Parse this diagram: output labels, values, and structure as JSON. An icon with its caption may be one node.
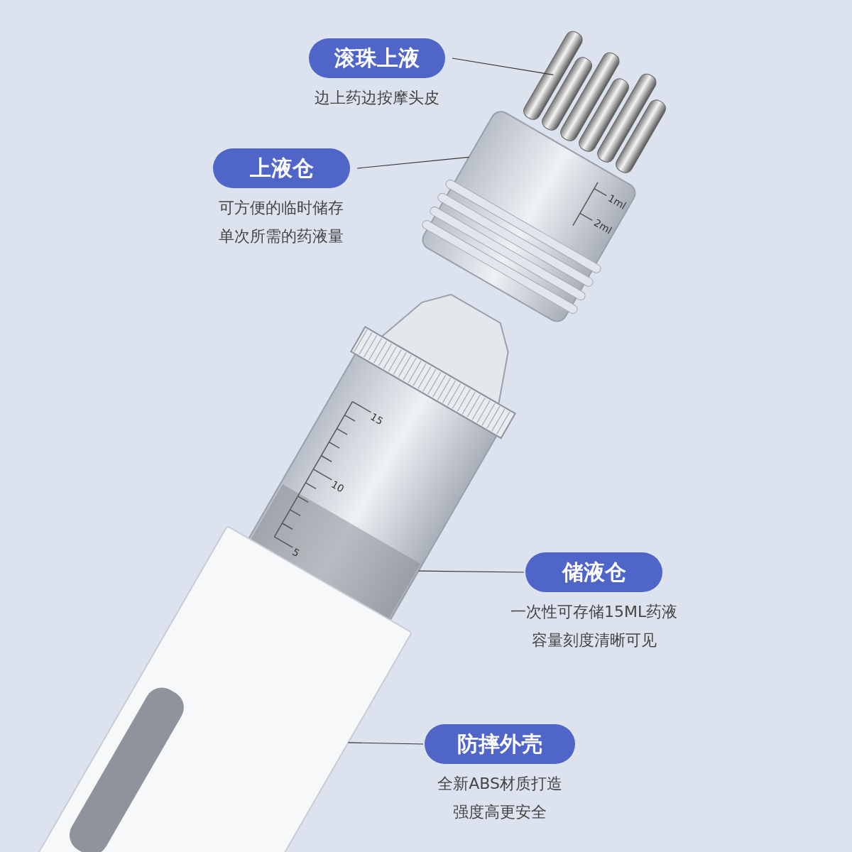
{
  "diagram": {
    "nodes": [
      {
        "text": [
          "滚珠上液"
        ],
        "beside": [
          "边上药边按摩头皮"
        ]
      },
      {
        "text": [
          "上液仓"
        ],
        "beside": [
          "可方便的临时储存单次所需的药液量"
        ]
      },
      {
        "text": [
          "储液仓"
        ],
        "beside": [
          "一次性可存储15ML药液容量刻度清晰可见"
        ]
      },
      {
        "text": [
          "防摔外壳"
        ],
        "beside": [
          "全新ABS材质打造强度高更安全"
        ]
      },
      {
        "text": [],
        "shape": "picture"
      },
      {
        "text": [],
        "shape": "picture"
      },
      {
        "text": [],
        "shape": "picture"
      },
      {
        "text": [],
        "shape": "picture"
      }
    ],
    "edges": [
      {
        "from": 0,
        "to": 4,
        "arrow": "none"
      },
      {
        "from": 1,
        "to": 5,
        "arrow": "none"
      },
      {
        "from": 2,
        "to": 6,
        "arrow": "none"
      },
      {
        "from": 3,
        "to": 7,
        "arrow": "none"
      }
    ],
    "labels": [
      "1ml",
      "2ml",
      "15",
      "10",
      "5"
    ]
  }
}
